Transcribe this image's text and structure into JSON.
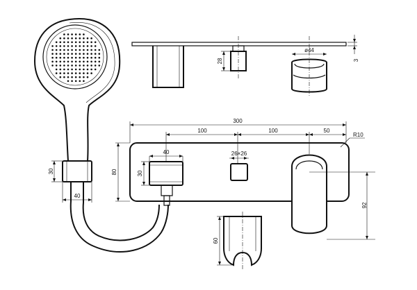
{
  "dimensions": {
    "overall_width": "300",
    "spacing_left": "100",
    "spacing_mid": "100",
    "spacing_right": "50",
    "corner_radius": "R10",
    "spout_width": "40",
    "square_size": "26×26",
    "plate_height": "80",
    "spout_height": "30",
    "valve_height": "28",
    "handle_diameter": "ø44",
    "plate_thickness": "3",
    "handle_offset": "92",
    "holder_height": "60",
    "handset_neck_height": "30",
    "handset_neck_width": "40"
  }
}
